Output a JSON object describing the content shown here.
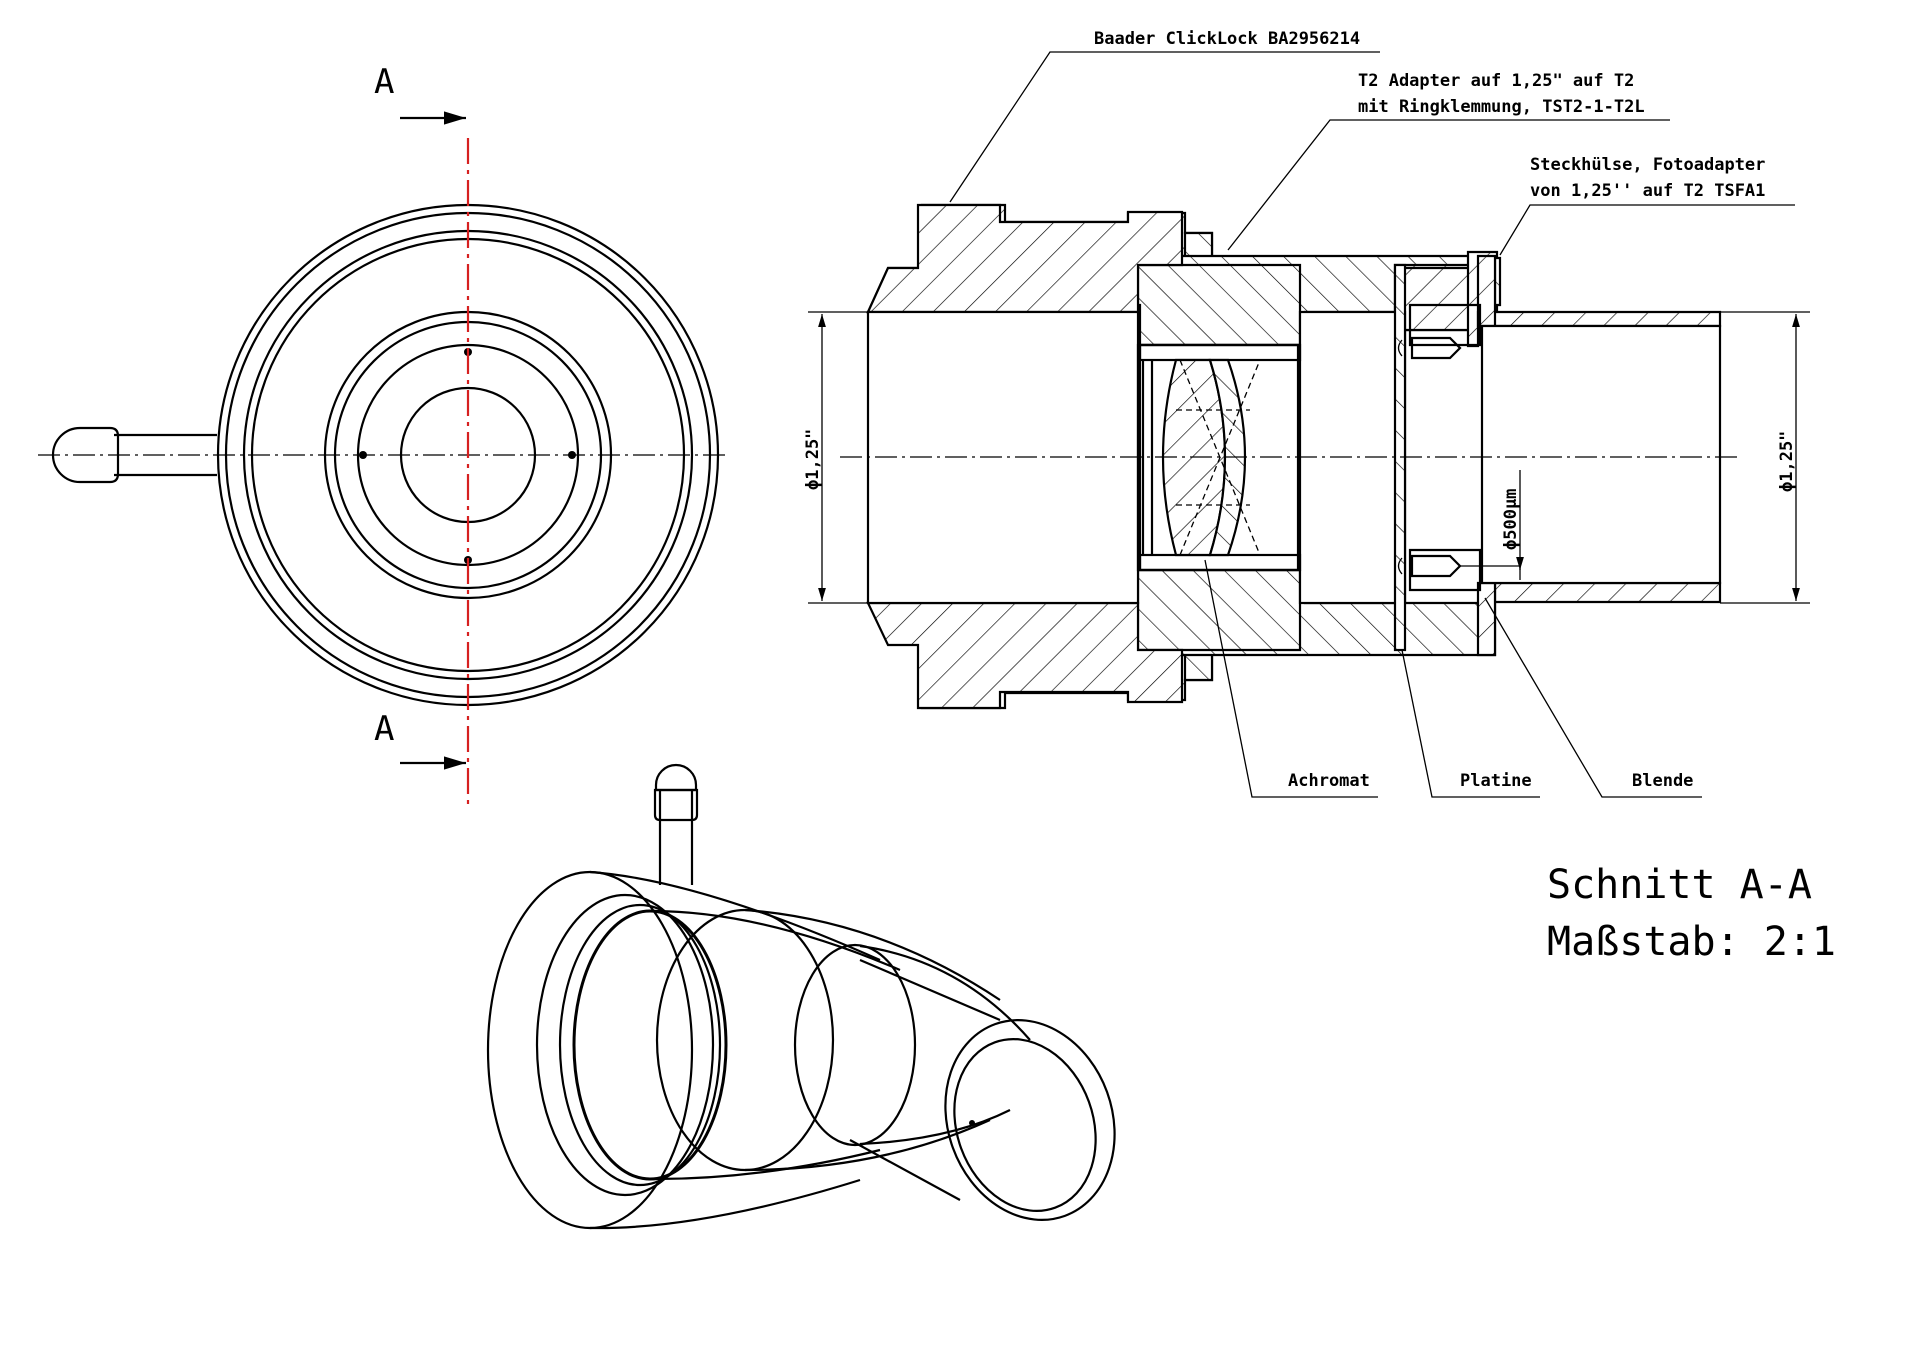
{
  "labels": {
    "baader": "Baader ClickLock BA2956214",
    "t2_line1": "T2 Adapter auf 1,25\" auf T2",
    "t2_line2": "mit Ringklemmung, TST2-1-T2L",
    "steck_line1": "Steckhülse, Fotoadapter",
    "steck_line2": "von 1,25'' auf T2  TSFA1",
    "achromat": "Achromat",
    "platine": "Platine",
    "blende": "Blende",
    "dim_left": "ϕ1,25\"",
    "dim_right": "ϕ1,25\"",
    "dim_aperture": "ϕ500μm",
    "section_a_top": "A",
    "section_a_bottom": "A",
    "title_line1": "Schnitt A-A",
    "title_line2": "Maßstab:  2:1"
  },
  "colors": {
    "line": "#000000",
    "section_line": "#d62020",
    "background": "#ffffff"
  }
}
